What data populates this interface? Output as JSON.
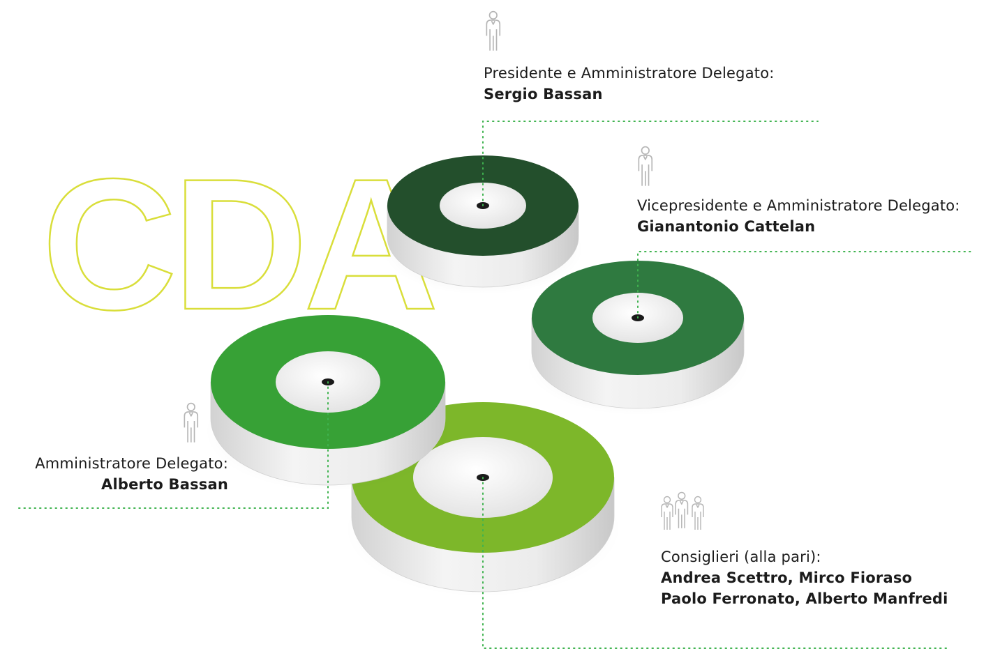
{
  "title": "CDA",
  "colors": {
    "title_outline": "#d9de3a",
    "dots": "#3fb34f",
    "disc_president": "#234f2c",
    "disc_vice": "#2f7a40",
    "disc_ad": "#37a136",
    "disc_consiglieri": "#7db72a",
    "disc_side": "#e4e4e4",
    "center_dot": "#1a1a1a",
    "icon_stroke": "#b5b5b5"
  },
  "members": [
    {
      "id": "president",
      "role": "Presidente e Amministratore Delegato:",
      "names": [
        "Sergio Bassan"
      ],
      "icon": "person-icon"
    },
    {
      "id": "vice",
      "role": "Vicepresidente e Amministratore Delegato:",
      "names": [
        "Gianantonio Cattelan"
      ],
      "icon": "person-icon"
    },
    {
      "id": "ad",
      "role": "Amministratore Delegato:",
      "names": [
        "Alberto Bassan"
      ],
      "icon": "person-icon"
    },
    {
      "id": "consiglieri",
      "role": "Consiglieri (alla pari):",
      "names": [
        "Andrea Scettro, Mirco Fioraso",
        "Paolo Ferronato, Alberto Manfredi"
      ],
      "icon": "group-icon"
    }
  ]
}
